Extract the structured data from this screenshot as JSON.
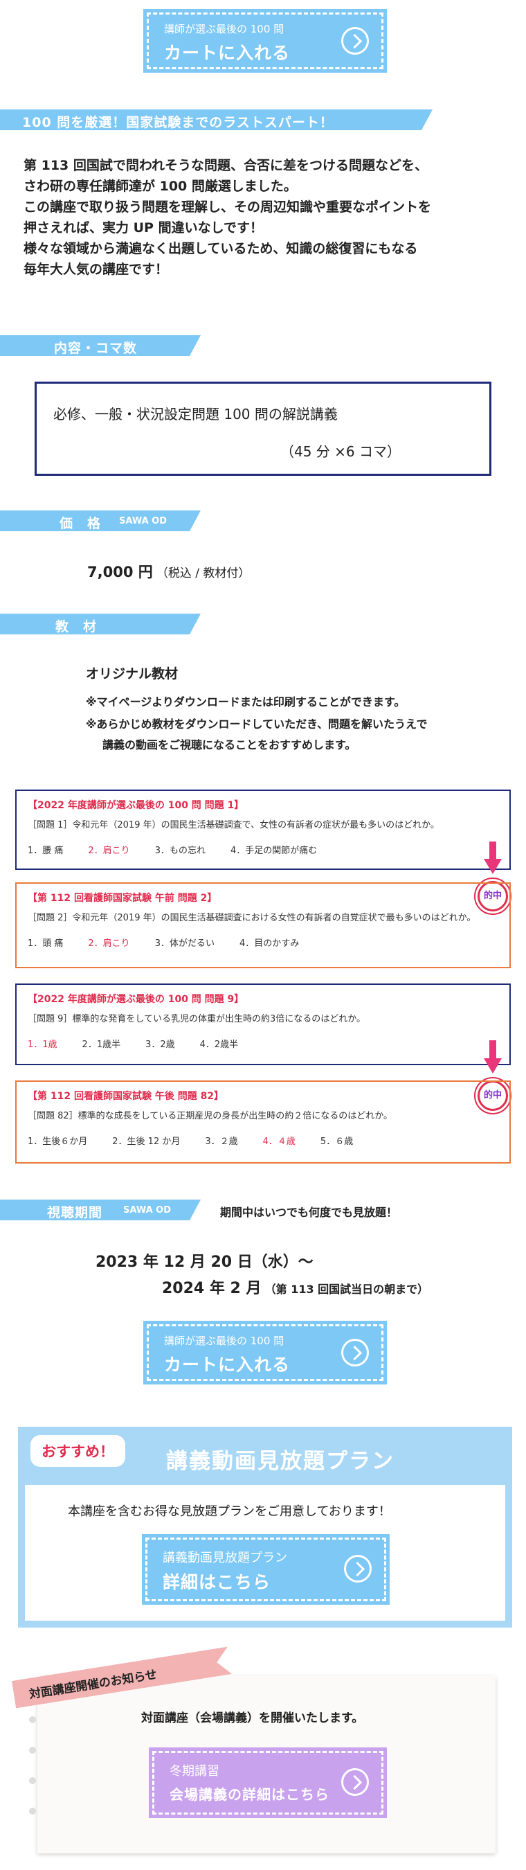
{
  "cta_cart": {
    "small": "講師が選ぶ最後の 100 問",
    "big": "カートに入れる"
  },
  "intro": {
    "heading": "100 問を厳選！国家試験までのラストスパート！",
    "lines": [
      "第 113 回国試で問われそうな問題、合否に差をつける問題などを、",
      "さわ研の専任講師達が 100 問厳選しました。",
      "この講座で取り扱う問題を理解し、その周辺知識や重要なポイントを",
      "押さえれば、実力 UP 間違いなしです！",
      "様々な領域から満遍なく出題しているため、知識の総復習にもなる",
      "毎年大人気の講座です！"
    ]
  },
  "content": {
    "heading": "内容・コマ数",
    "line1": "必修、一般・状況設定問題 100 問の解説講義",
    "line2": "（45 分 ×6 コマ）"
  },
  "price": {
    "heading": "価　格",
    "tag": "SAWA OD",
    "value": "7,000 円",
    "note": "（税込 / 教材付）"
  },
  "material": {
    "heading": "教　材",
    "title": "オリジナル教材",
    "note1": "※マイページよりダウンロードまたは印刷することができます。",
    "note2": "※あらかじめ教材をダウンロードしていただき、問題を解いたうえで",
    "note3": "講義の動画をご視聴になることをおすすめします。"
  },
  "examples": [
    {
      "title": "【2022 年度講師が選ぶ最後の 100 問 問題 1】",
      "question": "［問題 1］令和元年（2019 年）の国民生活基礎調査で、女性の有訴者の症状が最も多いのはどれか。",
      "options": [
        "1．腰 痛",
        "2．肩こり",
        "3．もの忘れ",
        "4．手足の関節が痛む"
      ],
      "answer": 1
    },
    {
      "title": "【第 112 回看護師国家試験 午前 問題 2】",
      "question": "［問題 2］令和元年（2019 年）の国民生活基礎調査における女性の有訴者の自覚症状で最も多いのはどれか。",
      "options": [
        "1．頭 痛",
        "2．肩こり",
        "3．体がだるい",
        "4．目のかすみ"
      ],
      "answer": 1
    },
    {
      "title": "【2022 年度講師が選ぶ最後の 100 問 問題 9】",
      "question": "［問題 9］標準的な発育をしている乳児の体重が出生時の約3倍になるのはどれか。",
      "options": [
        "1．1歳",
        "2．1歳半",
        "3．2歳",
        "4．2歳半"
      ],
      "answer": 0
    },
    {
      "title": "【第 112 回看護師国家試験 午後 問題 82】",
      "question": "［問題 82］標準的な成長をしている正期産児の身長が出生時の約２倍になるのはどれか。",
      "options": [
        "1．生後６か月",
        "2．生後 12 か月",
        "3．２歳",
        "4．４歳",
        "5．６歳"
      ],
      "answer": 3
    }
  ],
  "hit_label": "的中",
  "period": {
    "heading": "視聴期間",
    "tag": "SAWA OD",
    "note": "期間中はいつでも何度でも見放題！",
    "start": "2023 年 12 月 20 日（水）～",
    "end": "2024 年 2 月",
    "end_note": "（第 113 回国試当日の朝まで）"
  },
  "plan": {
    "badge": "おすすめ！",
    "title": "講義動画見放題プラン",
    "desc": "本講座を含むお得な見放題プランをご用意しております！",
    "btn_small": "講義動画見放題プラン",
    "btn_big": "詳細はこちら"
  },
  "notice": {
    "banner": "対面講座開催のお知らせ",
    "text": "対面講座（会場講義）を開催いたします。",
    "btn_small": "冬期講習",
    "btn_big": "会場講義の詳細はこちら"
  },
  "colors": {
    "accent": "#7ec8f6",
    "red": "#e02c4d",
    "navy": "#1f2a78",
    "orange": "#e87a3a",
    "pink": "#e9357a",
    "purple": "#c9a2ee"
  }
}
